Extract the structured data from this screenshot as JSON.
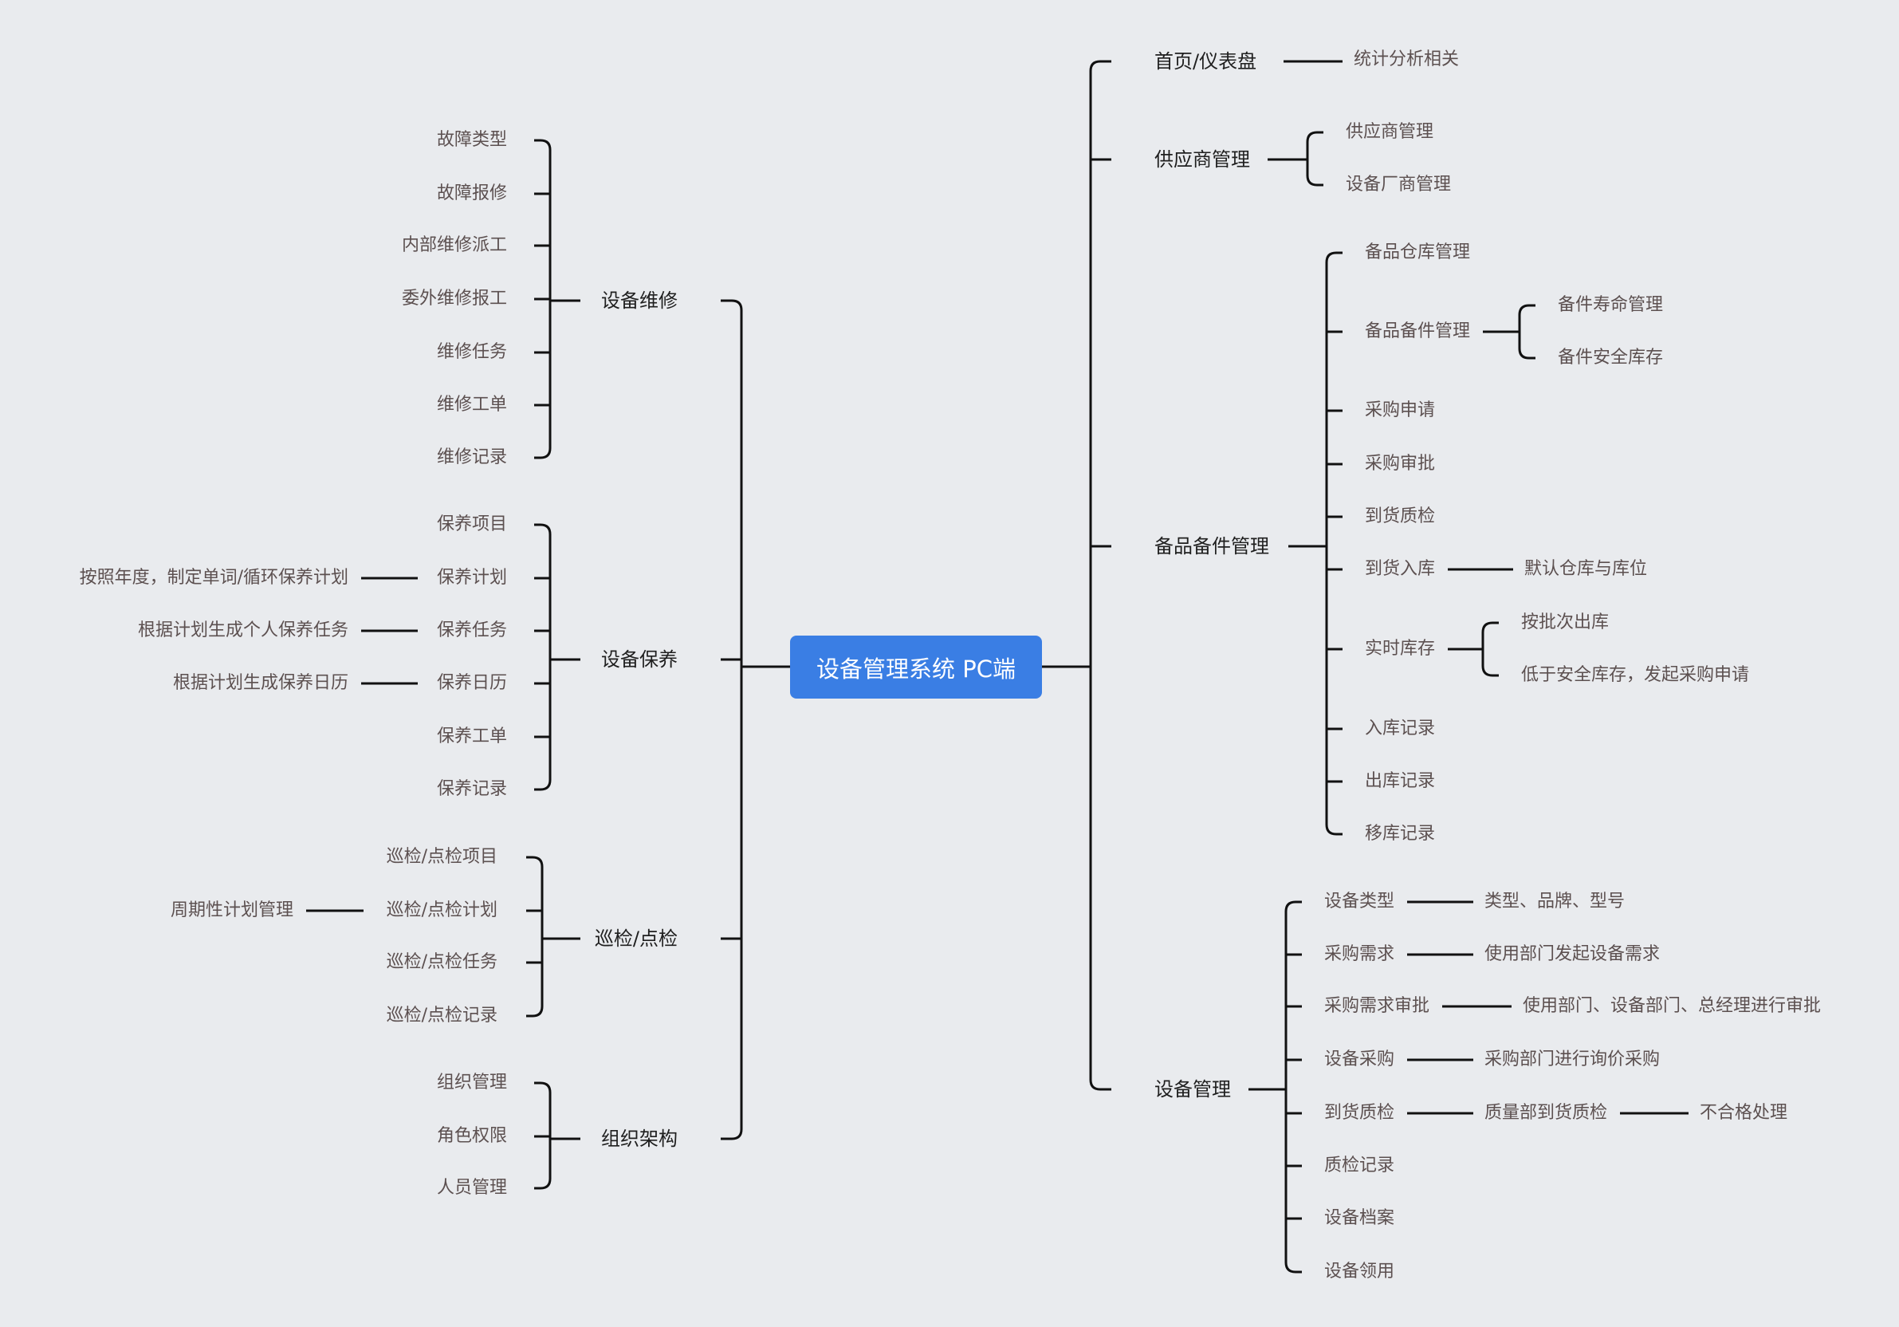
{
  "root": "设备管理系统 PC端",
  "left": [
    {
      "label": "设备维修",
      "children": [
        {
          "label": "故障类型"
        },
        {
          "label": "故障报修"
        },
        {
          "label": "内部维修派工"
        },
        {
          "label": "委外维修报工"
        },
        {
          "label": "维修任务"
        },
        {
          "label": "维修工单"
        },
        {
          "label": "维修记录"
        }
      ]
    },
    {
      "label": "设备保养",
      "children": [
        {
          "label": "保养项目"
        },
        {
          "label": "保养计划",
          "children": [
            {
              "label": "按照年度，制定单词/循环保养计划"
            }
          ]
        },
        {
          "label": "保养任务",
          "children": [
            {
              "label": "根据计划生成个人保养任务"
            }
          ]
        },
        {
          "label": "保养日历",
          "children": [
            {
              "label": "根据计划生成保养日历"
            }
          ]
        },
        {
          "label": "保养工单"
        },
        {
          "label": "保养记录"
        }
      ]
    },
    {
      "label": "巡检/点检",
      "children": [
        {
          "label": "巡检/点检项目"
        },
        {
          "label": "巡检/点检计划",
          "children": [
            {
              "label": "周期性计划管理"
            }
          ]
        },
        {
          "label": "巡检/点检任务"
        },
        {
          "label": "巡检/点检记录"
        }
      ]
    },
    {
      "label": "组织架构",
      "children": [
        {
          "label": "组织管理"
        },
        {
          "label": "角色权限"
        },
        {
          "label": "人员管理"
        }
      ]
    }
  ],
  "right": [
    {
      "label": "首页/仪表盘",
      "children": [
        {
          "label": "统计分析相关"
        }
      ]
    },
    {
      "label": "供应商管理",
      "children": [
        {
          "label": "供应商管理"
        },
        {
          "label": "设备厂商管理"
        }
      ]
    },
    {
      "label": "备品备件管理",
      "children": [
        {
          "label": "备品仓库管理"
        },
        {
          "label": "备品备件管理",
          "children": [
            {
              "label": "备件寿命管理"
            },
            {
              "label": "备件安全库存"
            }
          ]
        },
        {
          "label": "采购申请"
        },
        {
          "label": "采购审批"
        },
        {
          "label": "到货质检"
        },
        {
          "label": "到货入库",
          "children": [
            {
              "label": "默认仓库与库位"
            }
          ]
        },
        {
          "label": "实时库存",
          "children": [
            {
              "label": "按批次出库"
            },
            {
              "label": "低于安全库存，发起采购申请"
            }
          ]
        },
        {
          "label": "入库记录"
        },
        {
          "label": "出库记录"
        },
        {
          "label": "移库记录"
        }
      ]
    },
    {
      "label": "设备管理",
      "children": [
        {
          "label": "设备类型",
          "children": [
            {
              "label": "类型、品牌、型号"
            }
          ]
        },
        {
          "label": "采购需求",
          "children": [
            {
              "label": "使用部门发起设备需求"
            }
          ]
        },
        {
          "label": "采购需求审批",
          "children": [
            {
              "label": "使用部门、设备部门、总经理进行审批"
            }
          ]
        },
        {
          "label": "设备采购",
          "children": [
            {
              "label": "采购部门进行询价采购"
            }
          ]
        },
        {
          "label": "到货质检",
          "children": [
            {
              "label": "质量部到货质检",
              "children": [
                {
                  "label": "不合格处理"
                }
              ]
            }
          ]
        },
        {
          "label": "质检记录"
        },
        {
          "label": "设备档案"
        },
        {
          "label": "设备领用"
        }
      ]
    }
  ],
  "colors": {
    "background": "#e9ebee",
    "root": "#3a7ee4",
    "line": "#111111",
    "main_text": "#1f1f1f",
    "sub_text": "#5c5050"
  }
}
